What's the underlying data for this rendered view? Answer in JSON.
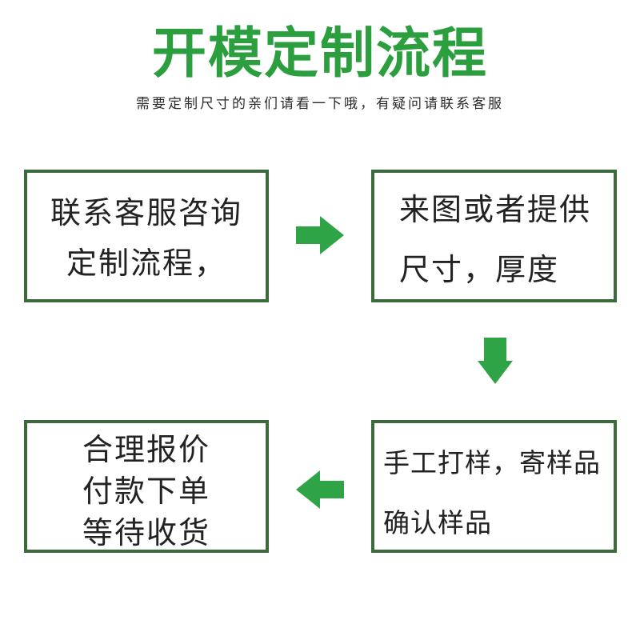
{
  "title": "开模定制流程",
  "subtitle": "需要定制尺寸的亲们请看一下哦，有疑问请联系客服",
  "steps": [
    {
      "lines": [
        "联系客服咨询",
        "定制流程，"
      ]
    },
    {
      "lines": [
        "来图或者提供",
        "尺寸，厚度"
      ]
    },
    {
      "lines": [
        "手工打样，寄样品",
        "确认样品"
      ]
    },
    {
      "lines": [
        "合理报价",
        "付款下单",
        "等待收货"
      ]
    }
  ],
  "arrows": [
    "arrow-right-icon",
    "arrow-down-icon",
    "arrow-left-icon"
  ],
  "colors": {
    "title": "#2b9e3e",
    "arrow": "#2fa447",
    "border": "#3b6b3b",
    "text": "#222222"
  }
}
